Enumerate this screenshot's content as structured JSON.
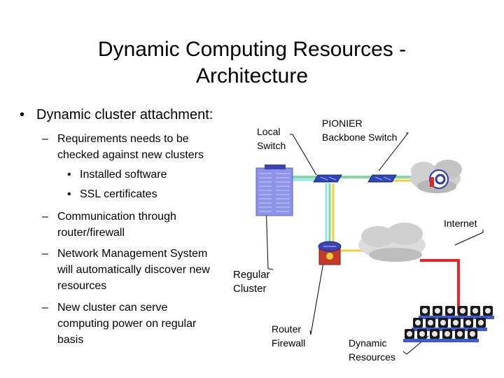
{
  "slide": {
    "title_line1": "Dynamic Computing Resources -",
    "title_line2": "Architecture"
  },
  "bullets": {
    "main": "Dynamic cluster attachment:",
    "items": [
      {
        "text_line1": "Requirements needs to be",
        "text_line2": "checked against new clusters",
        "sub": [
          "Installed software",
          "SSL certificates"
        ]
      },
      {
        "text_line1": "Communication through",
        "text_line2": "router/firewall"
      },
      {
        "text_line1": "Network Management System",
        "text_line2": "will automatically discover new",
        "text_line3": "resources"
      },
      {
        "text_line1": "New cluster can serve",
        "text_line2": "computing power on regular",
        "text_line3": "basis"
      }
    ]
  },
  "diagram": {
    "labels": {
      "local_switch_line1": "Local",
      "local_switch_line2": "Switch",
      "pionier_line1": "PIONIER",
      "pionier_line2": "Backbone Switch",
      "internet": "Internet",
      "regular_cluster_line1": "Regular",
      "regular_cluster_line2": "Cluster",
      "router_line1": "Router",
      "router_line2": "Firewall",
      "dynamic_line1": "Dynamic",
      "dynamic_line2": "Resources"
    },
    "colors": {
      "link_green": "#7fd9a0",
      "link_cyan": "#8fe4f0",
      "link_yellow": "#f2cf3a",
      "link_red": "#e8242a",
      "server_blue": "#8f94e8",
      "cloud_gray": "#d0d0d0"
    }
  }
}
